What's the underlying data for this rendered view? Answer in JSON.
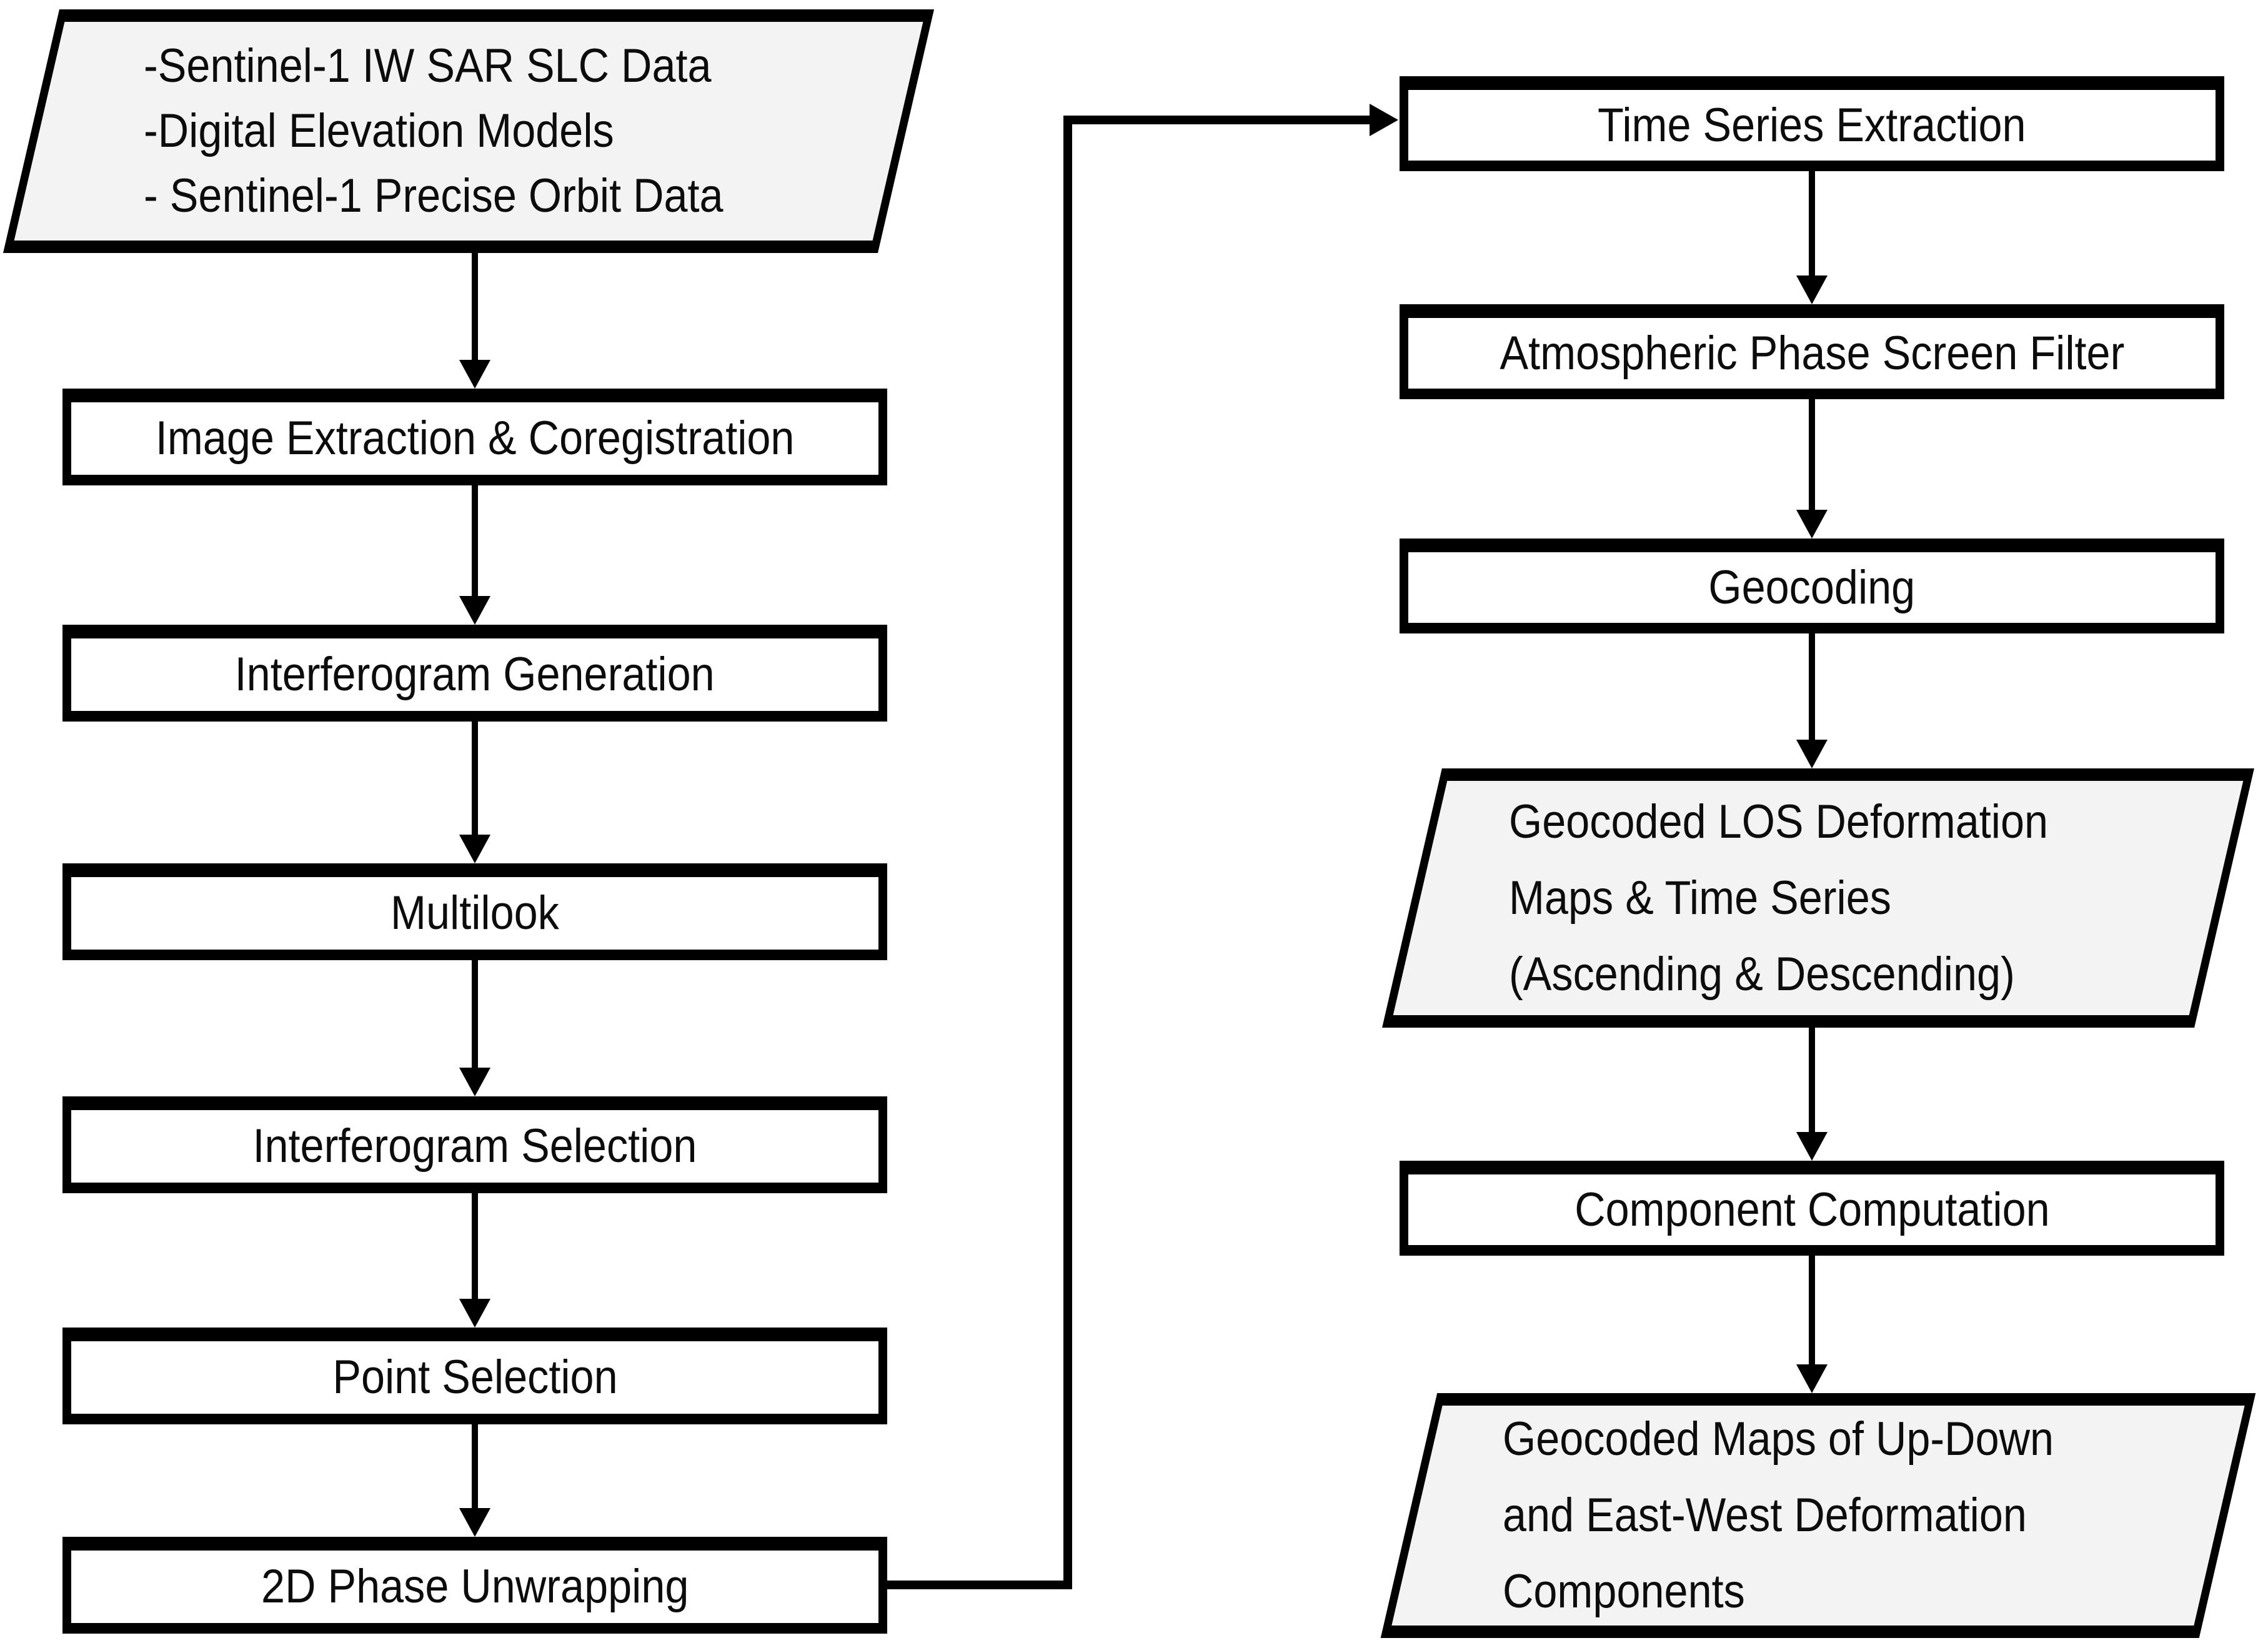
{
  "diagram_type": "flowchart",
  "colors": {
    "background": "#ffffff",
    "line": "#000000",
    "box_fill": "#ffffff",
    "parallelogram_fill": "#f4f3f3",
    "text": "#0c0c0c"
  },
  "nodes": {
    "input_data": {
      "shape": "parallelogram",
      "lines": [
        "-Sentinel-1 IW SAR SLC Data",
        "-Digital Elevation Models",
        "- Sentinel-1 Precise Orbit Data"
      ]
    },
    "image_extraction": {
      "shape": "process",
      "label": "Image Extraction & Coregistration"
    },
    "interferogram_generation": {
      "shape": "process",
      "label": "Interferogram Generation"
    },
    "multilook": {
      "shape": "process",
      "label": "Multilook"
    },
    "interferogram_selection": {
      "shape": "process",
      "label": "Interferogram Selection"
    },
    "point_selection": {
      "shape": "process",
      "label": "Point Selection"
    },
    "phase_unwrapping": {
      "shape": "process",
      "label": "2D Phase Unwrapping"
    },
    "time_series_extraction": {
      "shape": "process",
      "label": "Time Series Extraction"
    },
    "aps_filter": {
      "shape": "process",
      "label": "Atmospheric Phase Screen Filter"
    },
    "geocoding": {
      "shape": "process",
      "label": "Geocoding"
    },
    "los_output": {
      "shape": "parallelogram",
      "lines": [
        "Geocoded LOS Deformation",
        "Maps & Time Series",
        "(Ascending & Descending)"
      ]
    },
    "component_computation": {
      "shape": "process",
      "label": "Component Computation"
    },
    "components_output": {
      "shape": "parallelogram",
      "lines": [
        "Geocoded Maps of Up-Down",
        "and East-West Deformation",
        "Components"
      ]
    }
  },
  "edges": [
    {
      "from": "input_data",
      "to": "image_extraction"
    },
    {
      "from": "image_extraction",
      "to": "interferogram_generation"
    },
    {
      "from": "interferogram_generation",
      "to": "multilook"
    },
    {
      "from": "multilook",
      "to": "interferogram_selection"
    },
    {
      "from": "interferogram_selection",
      "to": "point_selection"
    },
    {
      "from": "point_selection",
      "to": "phase_unwrapping"
    },
    {
      "from": "phase_unwrapping",
      "to": "time_series_extraction"
    },
    {
      "from": "time_series_extraction",
      "to": "aps_filter"
    },
    {
      "from": "aps_filter",
      "to": "geocoding"
    },
    {
      "from": "geocoding",
      "to": "los_output"
    },
    {
      "from": "los_output",
      "to": "component_computation"
    },
    {
      "from": "component_computation",
      "to": "components_output"
    }
  ]
}
